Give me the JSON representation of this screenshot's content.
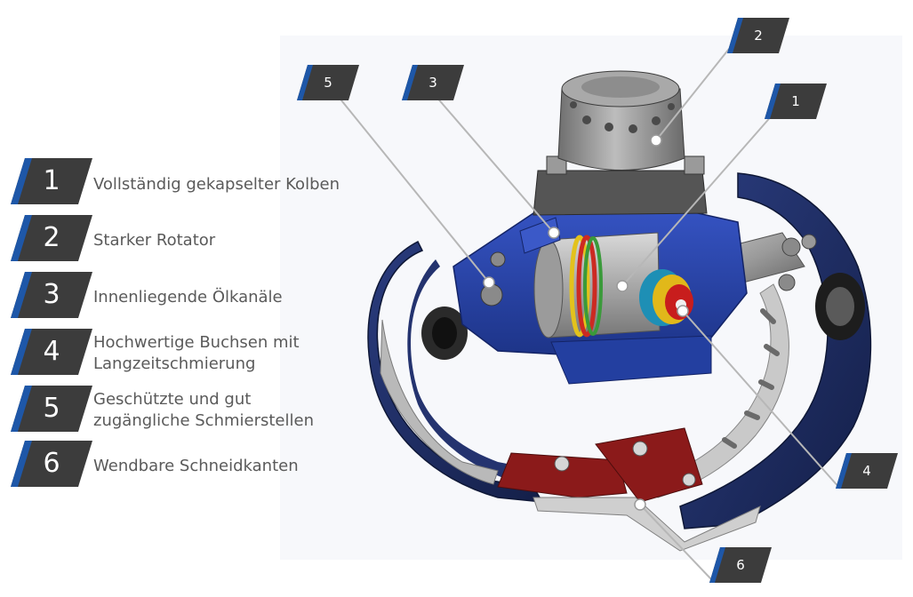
{
  "legend": [
    {
      "number": "1",
      "text": [
        "Vollständig gekapselter Kolben"
      ]
    },
    {
      "number": "2",
      "text": [
        "Starker Rotator"
      ]
    },
    {
      "number": "3",
      "text": [
        "Innenliegende Ölkanäle"
      ]
    },
    {
      "number": "4",
      "text": [
        "Hochwertige Buchsen mit",
        "Langzeitschmierung"
      ]
    },
    {
      "number": "5",
      "text": [
        "Geschützte und gut",
        "zugängliche Schmierstellen"
      ]
    },
    {
      "number": "6",
      "text": [
        "Wendbare Schneidkanten"
      ]
    }
  ],
  "callouts": [
    {
      "number": "5"
    },
    {
      "number": "3"
    },
    {
      "number": "2"
    },
    {
      "number": "1"
    },
    {
      "number": "4"
    },
    {
      "number": "6"
    }
  ],
  "colors": {
    "badge_dark": "#3c3c3c",
    "badge_accent": "#1e57a8",
    "legend_text": "#5a5a5a",
    "leader_line": "#b7b7b7",
    "body_blue": "#2a44a8",
    "jaw_navy": "#1b2a5e",
    "steel_grey": "#8e8e8e",
    "cutting_edge_red": "#8b1a1a"
  }
}
